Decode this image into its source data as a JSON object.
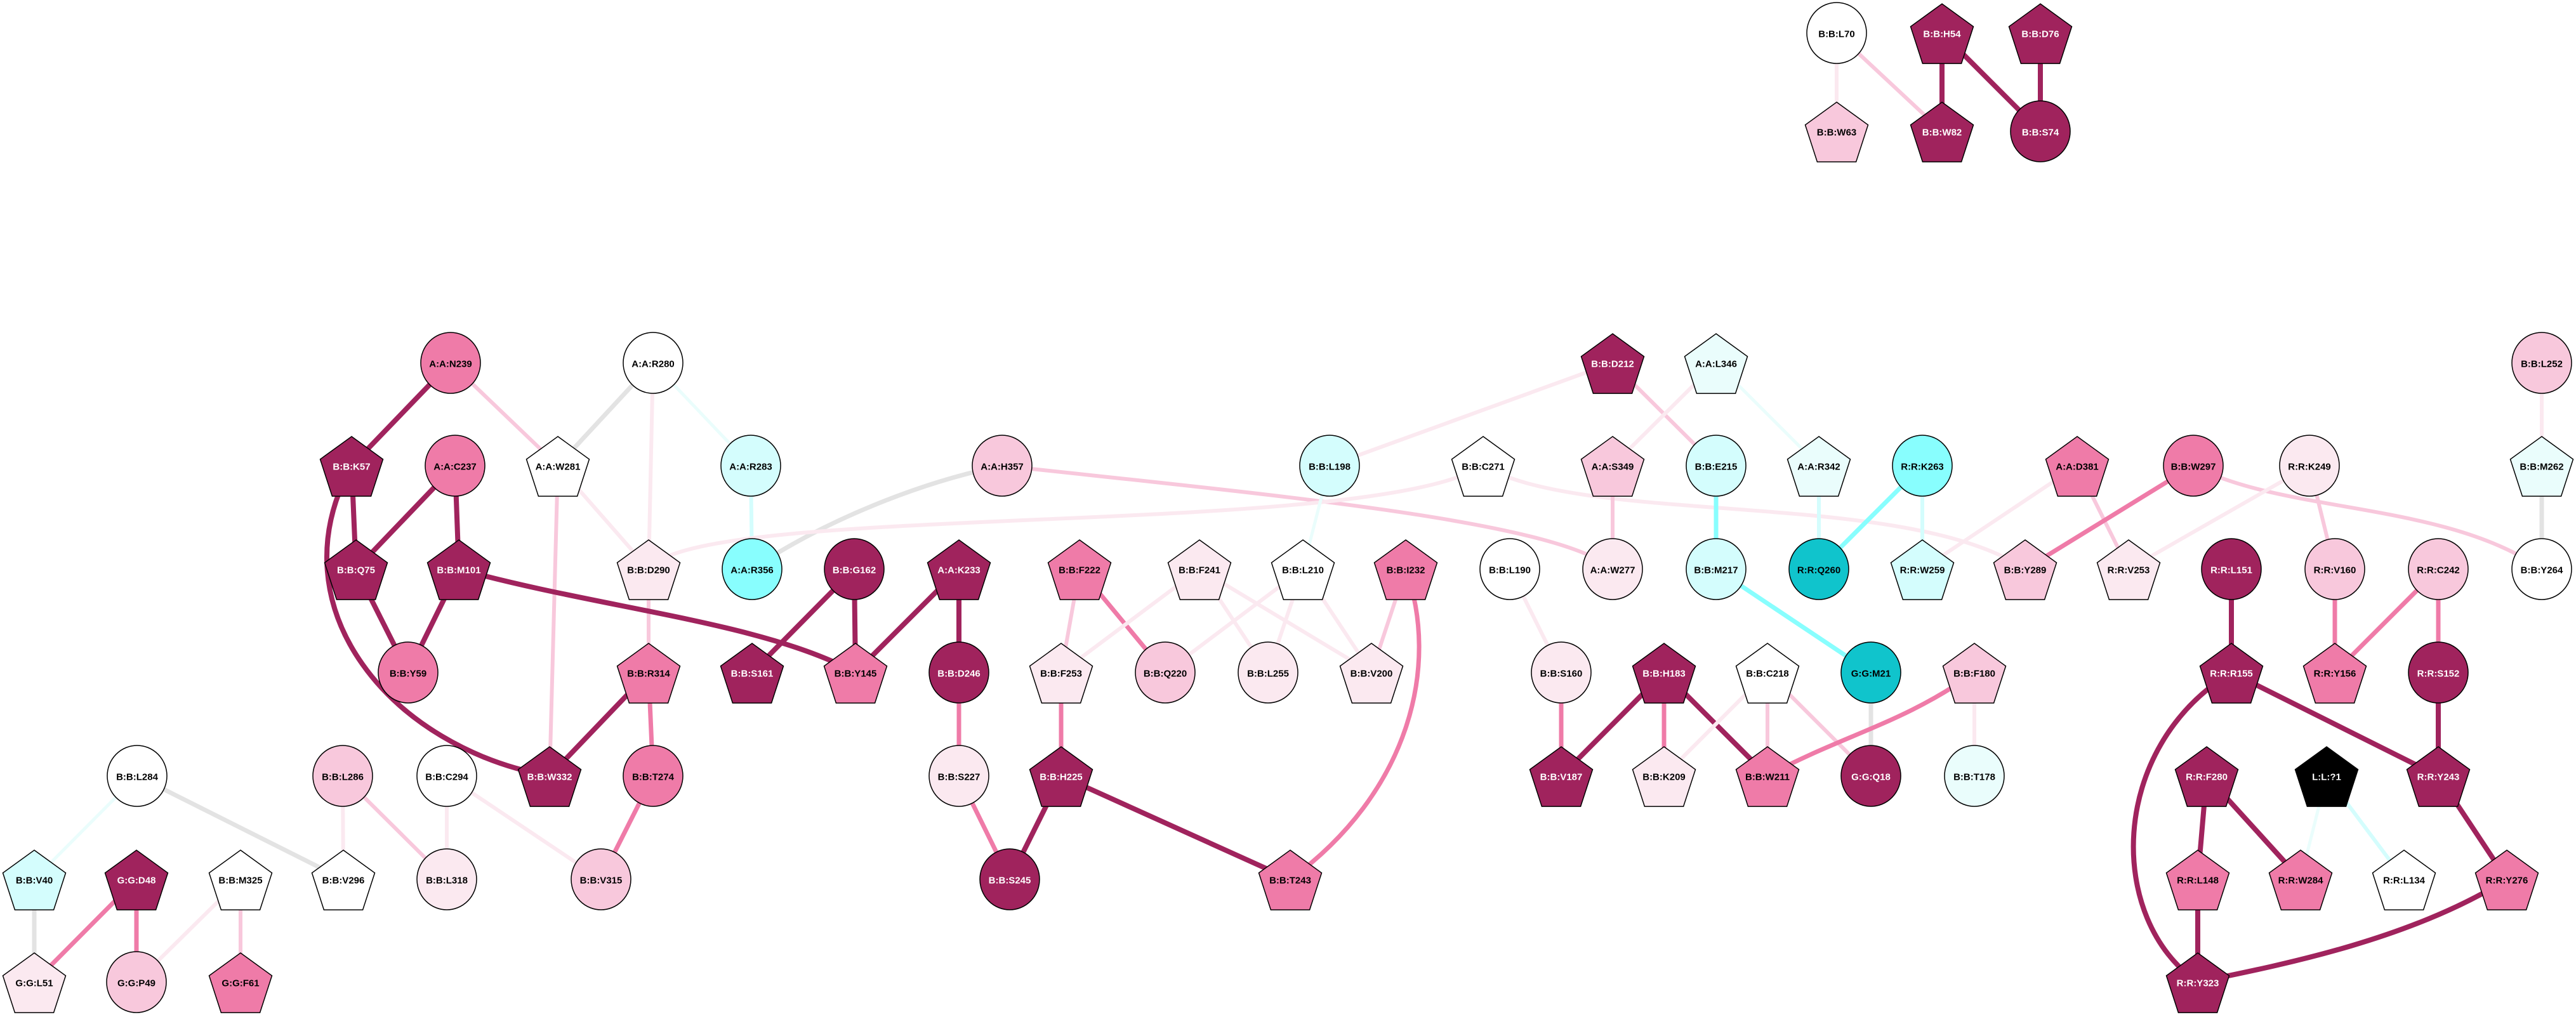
{
  "palette": {
    "dark": "#A0235D",
    "medium": "#EF7BA8",
    "lightpink": "#F8C8DC",
    "verylight": "#FBE9F0",
    "white": "#FFFFFF",
    "lightcyan": "#D4FDFD",
    "verylightcyan": "#EAFDFC",
    "cyan": "#88FEFE",
    "teal": "#10C4CC",
    "black": "#000000",
    "gray": "#E3E3E3"
  },
  "nodes": [
    {
      "id": "B:B:L70",
      "shape": "circle",
      "fill": "white"
    },
    {
      "id": "B:B:H54",
      "shape": "pentagon",
      "fill": "dark"
    },
    {
      "id": "B:B:D76",
      "shape": "pentagon",
      "fill": "dark"
    },
    {
      "id": "B:B:W63",
      "shape": "pentagon",
      "fill": "lightpink"
    },
    {
      "id": "B:B:W82",
      "shape": "pentagon",
      "fill": "dark"
    },
    {
      "id": "B:B:S74",
      "shape": "circle",
      "fill": "dark"
    },
    {
      "id": "A:A:N239",
      "shape": "circle",
      "fill": "medium"
    },
    {
      "id": "A:A:R280",
      "shape": "circle",
      "fill": "white"
    },
    {
      "id": "B:B:K57",
      "shape": "pentagon",
      "fill": "dark"
    },
    {
      "id": "A:A:C237",
      "shape": "circle",
      "fill": "medium"
    },
    {
      "id": "A:A:W281",
      "shape": "pentagon",
      "fill": "white"
    },
    {
      "id": "A:A:R283",
      "shape": "circle",
      "fill": "lightcyan"
    },
    {
      "id": "B:B:Q75",
      "shape": "pentagon",
      "fill": "dark"
    },
    {
      "id": "B:B:M101",
      "shape": "pentagon",
      "fill": "dark"
    },
    {
      "id": "B:B:D290",
      "shape": "pentagon",
      "fill": "verylight"
    },
    {
      "id": "A:A:R356",
      "shape": "circle",
      "fill": "cyan"
    },
    {
      "id": "B:B:G162",
      "shape": "circle",
      "fill": "dark"
    },
    {
      "id": "B:B:Y59",
      "shape": "circle",
      "fill": "medium"
    },
    {
      "id": "B:B:R314",
      "shape": "pentagon",
      "fill": "medium"
    },
    {
      "id": "B:B:S161",
      "shape": "pentagon",
      "fill": "dark"
    },
    {
      "id": "B:B:Y145",
      "shape": "pentagon",
      "fill": "medium"
    },
    {
      "id": "B:B:L284",
      "shape": "circle",
      "fill": "white"
    },
    {
      "id": "B:B:L286",
      "shape": "circle",
      "fill": "lightpink"
    },
    {
      "id": "B:B:C294",
      "shape": "circle",
      "fill": "white"
    },
    {
      "id": "B:B:W332",
      "shape": "pentagon",
      "fill": "dark"
    },
    {
      "id": "B:B:T274",
      "shape": "circle",
      "fill": "medium"
    },
    {
      "id": "B:B:V40",
      "shape": "pentagon",
      "fill": "lightcyan"
    },
    {
      "id": "G:G:D48",
      "shape": "pentagon",
      "fill": "dark"
    },
    {
      "id": "B:B:M325",
      "shape": "pentagon",
      "fill": "white"
    },
    {
      "id": "B:B:V296",
      "shape": "pentagon",
      "fill": "white"
    },
    {
      "id": "B:B:L318",
      "shape": "circle",
      "fill": "verylight"
    },
    {
      "id": "B:B:V315",
      "shape": "circle",
      "fill": "lightpink"
    },
    {
      "id": "G:G:L51",
      "shape": "pentagon",
      "fill": "verylight"
    },
    {
      "id": "G:G:P49",
      "shape": "circle",
      "fill": "lightpink"
    },
    {
      "id": "G:G:F61",
      "shape": "pentagon",
      "fill": "medium"
    },
    {
      "id": "A:A:H357",
      "shape": "circle",
      "fill": "lightpink"
    },
    {
      "id": "B:B:L198",
      "shape": "circle",
      "fill": "lightcyan"
    },
    {
      "id": "B:B:C271",
      "shape": "pentagon",
      "fill": "white"
    },
    {
      "id": "A:A:S349",
      "shape": "pentagon",
      "fill": "lightpink"
    },
    {
      "id": "B:B:E215",
      "shape": "circle",
      "fill": "lightcyan"
    },
    {
      "id": "B:B:D212",
      "shape": "pentagon",
      "fill": "dark"
    },
    {
      "id": "A:A:L346",
      "shape": "pentagon",
      "fill": "verylightcyan"
    },
    {
      "id": "A:A:K233",
      "shape": "pentagon",
      "fill": "dark"
    },
    {
      "id": "B:B:F222",
      "shape": "pentagon",
      "fill": "medium"
    },
    {
      "id": "B:B:F241",
      "shape": "pentagon",
      "fill": "verylight"
    },
    {
      "id": "B:B:L210",
      "shape": "pentagon",
      "fill": "white"
    },
    {
      "id": "B:B:I232",
      "shape": "pentagon",
      "fill": "medium"
    },
    {
      "id": "B:B:L190",
      "shape": "circle",
      "fill": "white"
    },
    {
      "id": "A:A:W277",
      "shape": "circle",
      "fill": "verylight"
    },
    {
      "id": "B:B:M217",
      "shape": "circle",
      "fill": "lightcyan"
    },
    {
      "id": "B:B:D246",
      "shape": "circle",
      "fill": "dark"
    },
    {
      "id": "B:B:F253",
      "shape": "pentagon",
      "fill": "verylight"
    },
    {
      "id": "B:B:Q220",
      "shape": "circle",
      "fill": "lightpink"
    },
    {
      "id": "B:B:L255",
      "shape": "circle",
      "fill": "verylight"
    },
    {
      "id": "B:B:V200",
      "shape": "pentagon",
      "fill": "verylight"
    },
    {
      "id": "B:B:S160",
      "shape": "circle",
      "fill": "verylight"
    },
    {
      "id": "B:B:H183",
      "shape": "pentagon",
      "fill": "dark"
    },
    {
      "id": "B:B:C218",
      "shape": "pentagon",
      "fill": "white"
    },
    {
      "id": "B:B:S227",
      "shape": "circle",
      "fill": "verylight"
    },
    {
      "id": "B:B:H225",
      "shape": "pentagon",
      "fill": "dark"
    },
    {
      "id": "B:B:V187",
      "shape": "pentagon",
      "fill": "dark"
    },
    {
      "id": "B:B:K209",
      "shape": "pentagon",
      "fill": "verylight"
    },
    {
      "id": "B:B:S245",
      "shape": "circle",
      "fill": "dark"
    },
    {
      "id": "B:B:T243",
      "shape": "pentagon",
      "fill": "medium"
    },
    {
      "id": "A:A:R342",
      "shape": "pentagon",
      "fill": "verylightcyan"
    },
    {
      "id": "R:R:K263",
      "shape": "circle",
      "fill": "cyan"
    },
    {
      "id": "A:A:D381",
      "shape": "pentagon",
      "fill": "medium"
    },
    {
      "id": "B:B:W297",
      "shape": "circle",
      "fill": "medium"
    },
    {
      "id": "R:R:K249",
      "shape": "circle",
      "fill": "verylight"
    },
    {
      "id": "B:B:L252",
      "shape": "circle",
      "fill": "lightpink"
    },
    {
      "id": "B:B:M262",
      "shape": "pentagon",
      "fill": "verylightcyan"
    },
    {
      "id": "R:R:Q260",
      "shape": "circle",
      "fill": "teal"
    },
    {
      "id": "R:R:W259",
      "shape": "pentagon",
      "fill": "lightcyan"
    },
    {
      "id": "B:B:Y289",
      "shape": "pentagon",
      "fill": "lightpink"
    },
    {
      "id": "R:R:V253",
      "shape": "pentagon",
      "fill": "verylight"
    },
    {
      "id": "R:R:L151",
      "shape": "circle",
      "fill": "dark"
    },
    {
      "id": "R:R:V160",
      "shape": "circle",
      "fill": "lightpink"
    },
    {
      "id": "R:R:C242",
      "shape": "circle",
      "fill": "lightpink"
    },
    {
      "id": "B:B:Y264",
      "shape": "circle",
      "fill": "white"
    },
    {
      "id": "G:G:M21",
      "shape": "circle",
      "fill": "teal"
    },
    {
      "id": "B:B:F180",
      "shape": "pentagon",
      "fill": "lightpink"
    },
    {
      "id": "R:R:R155",
      "shape": "pentagon",
      "fill": "dark"
    },
    {
      "id": "R:R:Y156",
      "shape": "pentagon",
      "fill": "medium"
    },
    {
      "id": "R:R:S152",
      "shape": "circle",
      "fill": "dark"
    },
    {
      "id": "B:B:W211",
      "shape": "pentagon",
      "fill": "medium"
    },
    {
      "id": "G:G:Q18",
      "shape": "circle",
      "fill": "dark"
    },
    {
      "id": "B:B:T178",
      "shape": "circle",
      "fill": "verylightcyan"
    },
    {
      "id": "R:R:F280",
      "shape": "pentagon",
      "fill": "dark"
    },
    {
      "id": "L:L:?1",
      "shape": "pentagon",
      "fill": "black"
    },
    {
      "id": "R:R:Y243",
      "shape": "pentagon",
      "fill": "dark"
    },
    {
      "id": "R:R:L148",
      "shape": "pentagon",
      "fill": "medium"
    },
    {
      "id": "R:R:W284",
      "shape": "pentagon",
      "fill": "medium"
    },
    {
      "id": "R:R:L134",
      "shape": "pentagon",
      "fill": "white"
    },
    {
      "id": "R:R:Y276",
      "shape": "pentagon",
      "fill": "medium"
    },
    {
      "id": "R:R:Y323",
      "shape": "pentagon",
      "fill": "dark"
    }
  ],
  "edges": [
    [
      "B:B:L70",
      "B:B:W63",
      "verylight"
    ],
    [
      "B:B:L70",
      "B:B:W82",
      "lightpink"
    ],
    [
      "B:B:H54",
      "B:B:W82",
      "dark"
    ],
    [
      "B:B:H54",
      "B:B:S74",
      "dark"
    ],
    [
      "B:B:D76",
      "B:B:S74",
      "dark"
    ],
    [
      "A:A:N239",
      "B:B:K57",
      "dark"
    ],
    [
      "A:A:N239",
      "A:A:W281",
      "lightpink"
    ],
    [
      "A:A:R280",
      "A:A:W281",
      "gray"
    ],
    [
      "A:A:R280",
      "B:B:D290",
      "verylight"
    ],
    [
      "A:A:R280",
      "A:A:R283",
      "verylightcyan"
    ],
    [
      "B:B:K57",
      "B:B:Q75",
      "dark"
    ],
    [
      "A:A:C237",
      "B:B:Q75",
      "dark"
    ],
    [
      "A:A:C237",
      "B:B:M101",
      "dark"
    ],
    [
      "A:A:W281",
      "B:B:W332",
      "lightpink"
    ],
    [
      "A:A:W281",
      "B:B:D290",
      "verylight"
    ],
    [
      "A:A:R283",
      "A:A:R356",
      "lightcyan"
    ],
    [
      "B:B:Q75",
      "B:B:Y59",
      "dark"
    ],
    [
      "B:B:M101",
      "B:B:Y59",
      "dark"
    ],
    [
      "B:B:D290",
      "B:B:R314",
      "lightpink"
    ],
    [
      "B:B:R314",
      "B:B:W332",
      "dark"
    ],
    [
      "B:B:R314",
      "B:B:T274",
      "medium"
    ],
    [
      "B:B:T274",
      "B:B:V315",
      "medium"
    ],
    [
      "B:B:K57",
      "B:B:W332",
      "dark"
    ],
    [
      "B:B:M101",
      "B:B:Y145",
      "dark"
    ],
    [
      "B:B:G162",
      "B:B:S161",
      "dark"
    ],
    [
      "B:B:G162",
      "B:B:Y145",
      "dark"
    ],
    [
      "B:B:L284",
      "B:B:V40",
      "verylightcyan"
    ],
    [
      "B:B:L284",
      "B:B:V296",
      "gray"
    ],
    [
      "B:B:L286",
      "B:B:V296",
      "verylight"
    ],
    [
      "B:B:L286",
      "B:B:L318",
      "lightpink"
    ],
    [
      "B:B:C294",
      "B:B:L318",
      "verylight"
    ],
    [
      "B:B:C294",
      "B:B:V315",
      "verylight"
    ],
    [
      "B:B:V40",
      "G:G:L51",
      "gray"
    ],
    [
      "G:G:D48",
      "G:G:L51",
      "medium"
    ],
    [
      "G:G:D48",
      "G:G:P49",
      "medium"
    ],
    [
      "B:B:M325",
      "G:G:P49",
      "verylight"
    ],
    [
      "B:B:M325",
      "G:G:F61",
      "lightpink"
    ],
    [
      "A:A:R356",
      "A:A:H357",
      "gray"
    ],
    [
      "A:A:H357",
      "A:A:W277",
      "lightpink"
    ],
    [
      "B:B:D290",
      "B:B:C271",
      "verylight"
    ],
    [
      "B:B:C271",
      "B:B:Y289",
      "verylight"
    ],
    [
      "B:B:D212",
      "B:B:L198",
      "verylight"
    ],
    [
      "B:B:D212",
      "B:B:E215",
      "lightpink"
    ],
    [
      "A:A:L346",
      "A:A:S349",
      "verylight"
    ],
    [
      "A:A:L346",
      "A:A:R342",
      "verylightcyan"
    ],
    [
      "A:A:S349",
      "A:A:W277",
      "lightpink"
    ],
    [
      "B:B:E215",
      "B:B:M217",
      "cyan"
    ],
    [
      "B:B:M217",
      "G:G:M21",
      "cyan"
    ],
    [
      "B:B:L198",
      "B:B:L210",
      "verylightcyan"
    ],
    [
      "A:A:K233",
      "B:B:D246",
      "dark"
    ],
    [
      "A:A:K233",
      "B:B:Y145",
      "dark"
    ],
    [
      "B:B:D246",
      "B:B:S227",
      "medium"
    ],
    [
      "B:B:S227",
      "B:B:S245",
      "medium"
    ],
    [
      "B:B:H225",
      "B:B:S245",
      "dark"
    ],
    [
      "B:B:H225",
      "B:B:T243",
      "dark"
    ],
    [
      "B:B:F253",
      "B:B:H225",
      "medium"
    ],
    [
      "B:B:F222",
      "B:B:F253",
      "lightpink"
    ],
    [
      "B:B:F222",
      "B:B:Q220",
      "medium"
    ],
    [
      "B:B:F241",
      "B:B:F253",
      "verylight"
    ],
    [
      "B:B:F241",
      "B:B:L255",
      "verylight"
    ],
    [
      "B:B:F241",
      "B:B:V200",
      "verylight"
    ],
    [
      "B:B:L210",
      "B:B:Q220",
      "verylight"
    ],
    [
      "B:B:L210",
      "B:B:L255",
      "verylight"
    ],
    [
      "B:B:L210",
      "B:B:V200",
      "verylight"
    ],
    [
      "B:B:I232",
      "B:B:V200",
      "lightpink"
    ],
    [
      "B:B:I232",
      "B:B:T243",
      "medium"
    ],
    [
      "B:B:L190",
      "B:B:S160",
      "verylight"
    ],
    [
      "B:B:S160",
      "B:B:V187",
      "medium"
    ],
    [
      "B:B:H183",
      "B:B:V187",
      "dark"
    ],
    [
      "B:B:H183",
      "B:B:K209",
      "medium"
    ],
    [
      "B:B:H183",
      "B:B:W211",
      "dark"
    ],
    [
      "B:B:C218",
      "B:B:K209",
      "verylight"
    ],
    [
      "B:B:C218",
      "B:B:W211",
      "lightpink"
    ],
    [
      "B:B:C218",
      "G:G:Q18",
      "lightpink"
    ],
    [
      "G:G:M21",
      "G:G:Q18",
      "gray"
    ],
    [
      "B:B:F180",
      "B:B:W211",
      "medium"
    ],
    [
      "B:B:F180",
      "B:B:T178",
      "verylight"
    ],
    [
      "A:A:R342",
      "R:R:Q260",
      "lightcyan"
    ],
    [
      "R:R:K263",
      "R:R:Q260",
      "cyan"
    ],
    [
      "R:R:K263",
      "R:R:W259",
      "lightcyan"
    ],
    [
      "A:A:D381",
      "R:R:W259",
      "verylight"
    ],
    [
      "A:A:D381",
      "R:R:V253",
      "lightpink"
    ],
    [
      "B:B:W297",
      "B:B:Y289",
      "medium"
    ],
    [
      "B:B:W297",
      "B:B:Y264",
      "lightpink"
    ],
    [
      "R:R:K249",
      "R:R:V253",
      "verylight"
    ],
    [
      "R:R:K249",
      "R:R:V160",
      "lightpink"
    ],
    [
      "B:B:L252",
      "B:B:M262",
      "verylight"
    ],
    [
      "B:B:M262",
      "B:B:Y264",
      "gray"
    ],
    [
      "R:R:L151",
      "R:R:R155",
      "dark"
    ],
    [
      "R:R:V160",
      "R:R:Y156",
      "medium"
    ],
    [
      "R:R:C242",
      "R:R:Y156",
      "medium"
    ],
    [
      "R:R:C242",
      "R:R:S152",
      "medium"
    ],
    [
      "R:R:R155",
      "R:R:Y243",
      "dark"
    ],
    [
      "R:R:S152",
      "R:R:Y243",
      "dark"
    ],
    [
      "R:R:R155",
      "R:R:Y323",
      "dark"
    ],
    [
      "R:R:Y243",
      "R:R:Y276",
      "dark"
    ],
    [
      "R:R:F280",
      "R:R:L148",
      "dark"
    ],
    [
      "R:R:F280",
      "R:R:W284",
      "dark"
    ],
    [
      "L:L:?1",
      "R:R:W284",
      "verylightcyan"
    ],
    [
      "L:L:?1",
      "R:R:L134",
      "lightcyan"
    ],
    [
      "R:R:L148",
      "R:R:Y323",
      "dark"
    ],
    [
      "R:R:Y276",
      "R:R:Y323",
      "dark"
    ]
  ]
}
